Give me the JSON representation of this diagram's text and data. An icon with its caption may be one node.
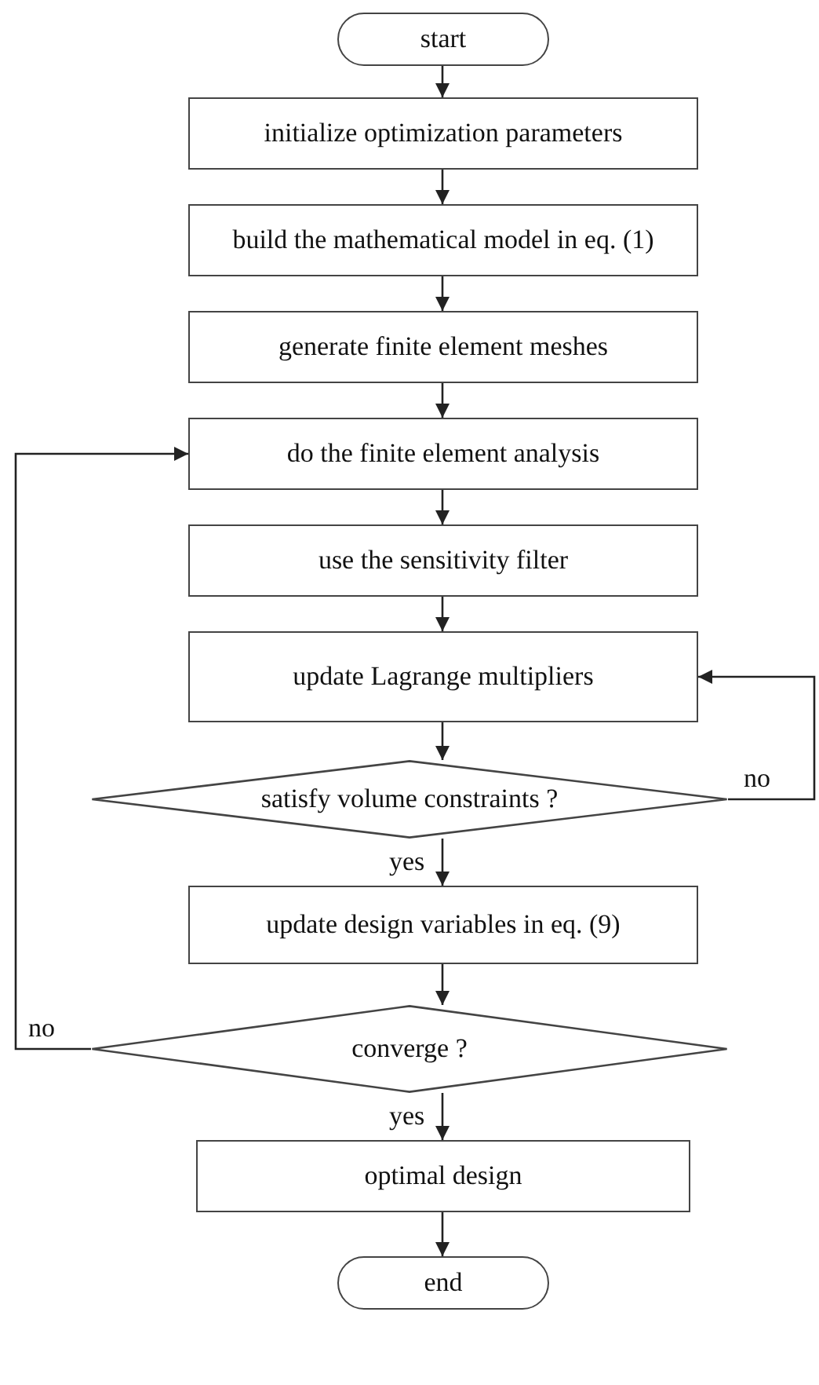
{
  "diagram": {
    "nodes": [
      {
        "text": [
          "start"
        ]
      },
      {
        "text": [
          "initialize optimization parameters"
        ]
      },
      {
        "text": [
          "build the mathematical model in eq. (1)"
        ]
      },
      {
        "text": [
          "generate finite element meshes"
        ]
      },
      {
        "text": [
          "do the finite element analysis"
        ]
      },
      {
        "text": [
          "use the sensitivity filter"
        ]
      },
      {
        "text": [
          "update Lagrange multipliers"
        ]
      },
      {
        "text": [
          "satisfy volume constraints ?"
        ]
      },
      {
        "text": [
          "update design variables in eq. (9)"
        ]
      },
      {
        "text": [
          "converge ?"
        ]
      },
      {
        "text": [
          "optimal design"
        ]
      },
      {
        "text": [
          "end"
        ]
      }
    ],
    "edges": [
      {
        "from": 0,
        "to": 1,
        "arrow": "to"
      },
      {
        "from": 1,
        "to": 2,
        "arrow": "to"
      },
      {
        "from": 2,
        "to": 3,
        "arrow": "to"
      },
      {
        "from": 3,
        "to": 4,
        "arrow": "to"
      },
      {
        "from": 4,
        "to": 5,
        "arrow": "to"
      },
      {
        "from": 5,
        "to": 6,
        "arrow": "to"
      },
      {
        "from": 6,
        "to": 7,
        "arrow": "to"
      },
      {
        "from": 7,
        "to": 8,
        "label": "yes",
        "arrow": "to"
      },
      {
        "from": 7,
        "to": 6,
        "label": "no",
        "arrow": "to"
      },
      {
        "from": 8,
        "to": 9,
        "arrow": "to"
      },
      {
        "from": 9,
        "to": 10,
        "label": "yes",
        "arrow": "to"
      },
      {
        "from": 9,
        "to": 4,
        "label": "no",
        "arrow": "to"
      },
      {
        "from": 10,
        "to": 11,
        "arrow": "to"
      }
    ]
  }
}
